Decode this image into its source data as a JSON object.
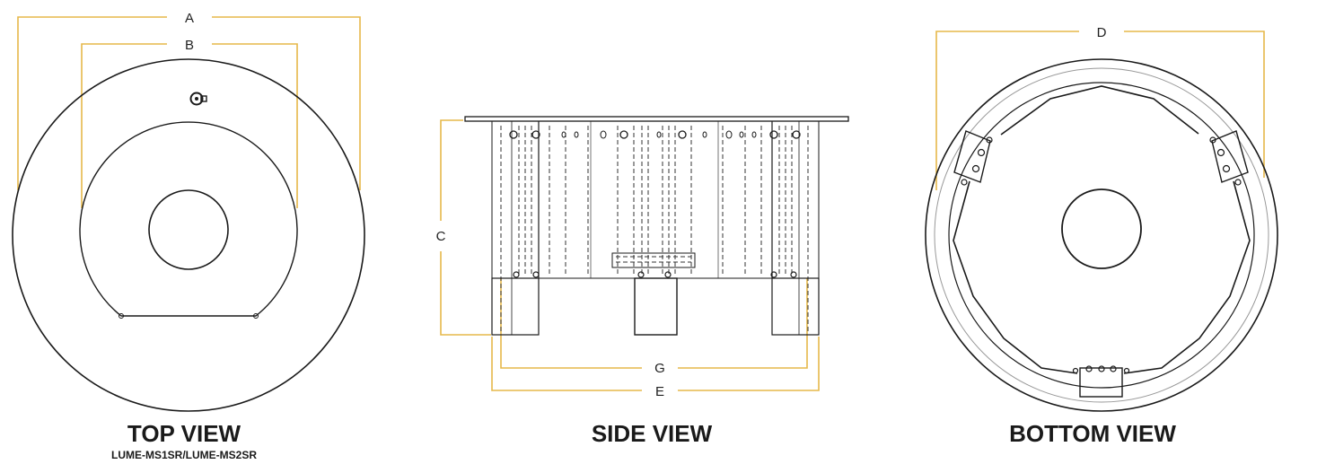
{
  "top_view": {
    "title": "TOP VIEW",
    "model": "LUME-MS1SR/LUME-MS2SR",
    "dim_a": "A",
    "dim_b": "B"
  },
  "side_view": {
    "title": "SIDE VIEW",
    "dim_c": "C",
    "dim_g": "G",
    "dim_e": "E"
  },
  "bottom_view": {
    "title": "BOTTOM VIEW",
    "dim_d": "D"
  },
  "colors": {
    "dimension_line": "#e6b84a",
    "outline": "#1a1a1a"
  }
}
